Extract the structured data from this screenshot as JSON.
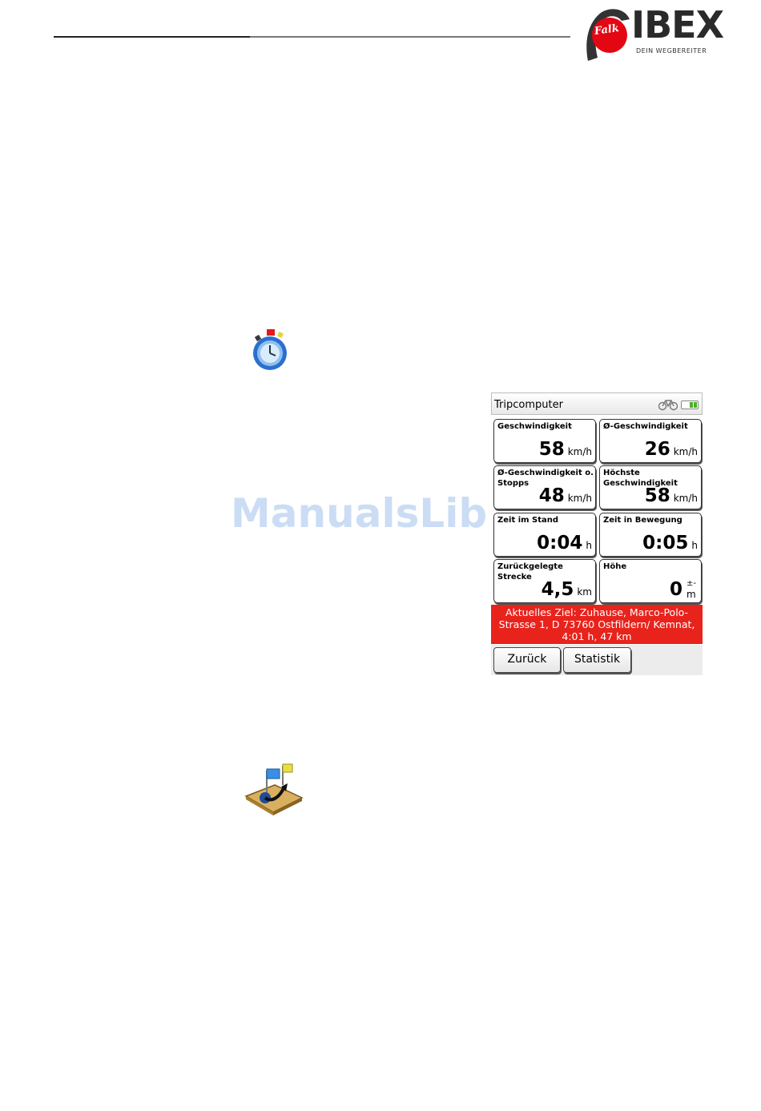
{
  "logo": {
    "brand": "IBEX",
    "tagline": "DEIN WEGBEREITER",
    "maker": "Falk"
  },
  "watermark": "ManualsLib.de",
  "device": {
    "title": "Tripcomputer",
    "tiles": [
      {
        "label": "Geschwindigkeit",
        "value": "58",
        "unit": "km/h"
      },
      {
        "label": "Ø-Geschwindigkeit",
        "value": "26",
        "unit": "km/h"
      },
      {
        "label": "Ø-Geschwindigkeit o. Stopps",
        "value": "48",
        "unit": "km/h"
      },
      {
        "label": "Höchste Geschwindigkeit",
        "value": "58",
        "unit": "km/h"
      },
      {
        "label": "Zeit im Stand",
        "value": "0:04",
        "unit": "h"
      },
      {
        "label": "Zeit in Bewegung",
        "value": "0:05",
        "unit": "h"
      },
      {
        "label": "Zurückgelegte Strecke",
        "value": "4,5",
        "unit": "km"
      },
      {
        "label": "Höhe",
        "value": "0",
        "unit_top": "±",
        "unit_bottom": "m",
        "unit_dash": "-"
      }
    ],
    "destination": "Aktuelles Ziel: Zuhause, Marco-Polo-Strasse 1, D 73760 Ostfildern/ Kemnat, 4:01 h, 47 km",
    "buttons": {
      "back": "Zurück",
      "stats": "Statistik"
    },
    "colors": {
      "destination_bg": "#e8231c",
      "battery": "#4caf2a"
    }
  }
}
